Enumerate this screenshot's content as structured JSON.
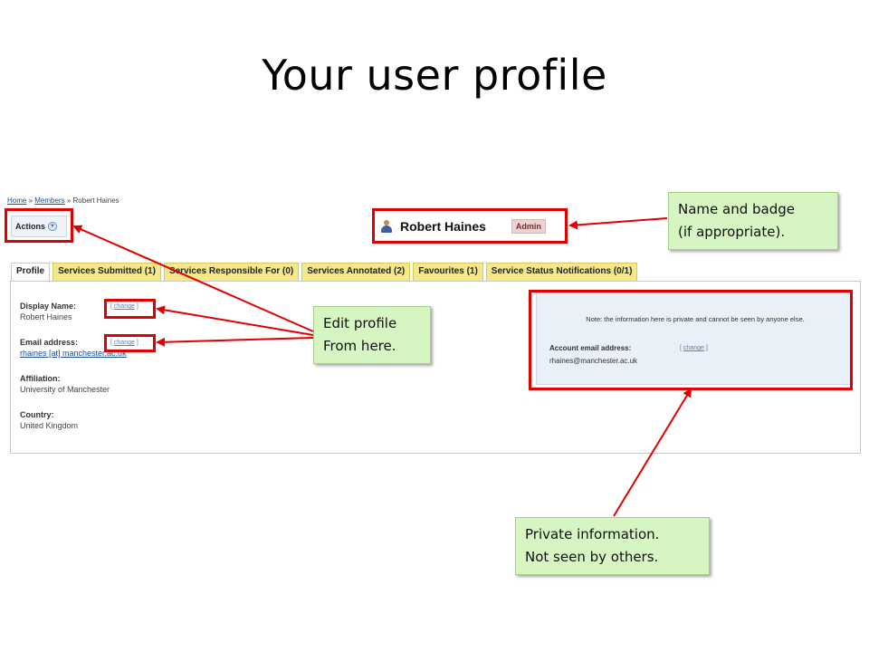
{
  "slide": {
    "title": "Your user profile"
  },
  "breadcrumb": {
    "home": "Home",
    "sep1": "»",
    "members": "Members",
    "sep2": "»",
    "current": "Robert Haines"
  },
  "actions_menu": {
    "label": "Actions"
  },
  "user_header": {
    "name": "Robert Haines",
    "badge": "Admin"
  },
  "tabs": [
    {
      "label": "Profile",
      "active": true
    },
    {
      "label": "Services Submitted (1)"
    },
    {
      "label": "Services Responsible For (0)"
    },
    {
      "label": "Services Annotated (2)"
    },
    {
      "label": "Favourites (1)"
    },
    {
      "label": "Service Status Notifications (0/1)"
    }
  ],
  "profile": {
    "display_name": {
      "label": "Display Name:",
      "value": "Robert Haines"
    },
    "email": {
      "label": "Email address:",
      "value": "rhaines [at] manchester.ac.uk"
    },
    "affiliation": {
      "label": "Affiliation:",
      "value": "University of Manchester"
    },
    "country": {
      "label": "Country:",
      "value": "United Kingdom"
    },
    "change_link": {
      "open": "[",
      "label": "change",
      "close": "]"
    }
  },
  "private_info": {
    "note": "Note: the information here is private and cannot be seen by anyone else.",
    "account_email_label": "Account email address:",
    "account_email_value": "rhaines@manchester.ac.uk"
  },
  "callouts": {
    "name_badge": [
      "Name and badge",
      "(if appropriate)."
    ],
    "edit_profile": [
      "Edit profile",
      "From here."
    ],
    "private": [
      "Private information.",
      "Not seen by others."
    ]
  },
  "colors": {
    "highlight": "#e00000",
    "callout_bg": "#d6f5c2",
    "tab_bg": "#f5e88a",
    "private_bg": "#e9f0f7",
    "link": "#1a4d8f"
  }
}
